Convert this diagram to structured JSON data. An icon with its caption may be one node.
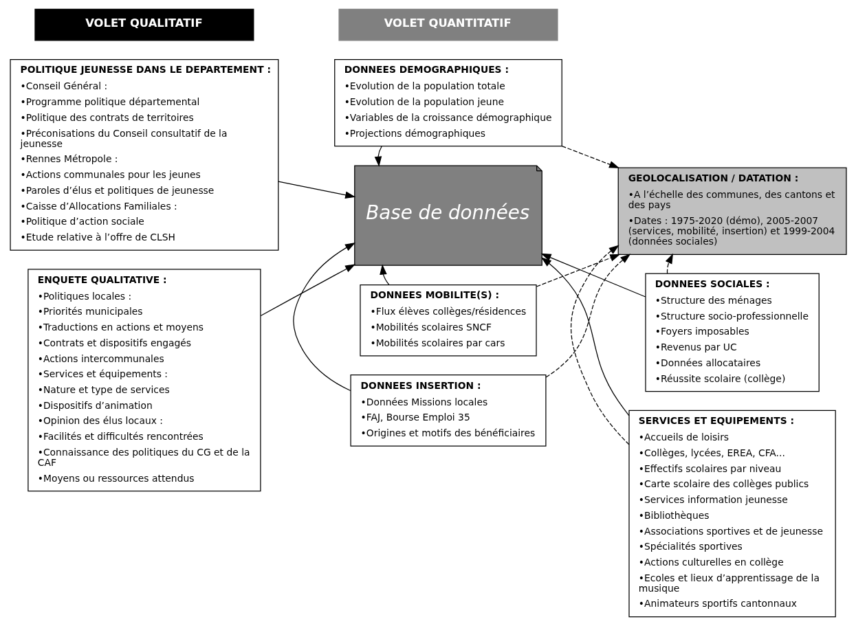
{
  "diagram": {
    "nodes": [
      {
        "text": [
          "VOLET QUALITATIF"
        ]
      },
      {
        "text": [
          "VOLET QUANTITATIF"
        ]
      },
      {
        "text": [
          "POLITIQUE JEUNESSE DANS LE DEPARTEMENT :",
          "•Conseil Général :",
          "•Programme politique départemental",
          "•Politique des contrats de territoires",
          "•Préconisations du Conseil consultatif de la jeunesse",
          "•Rennes Métropole :",
          "•Actions communales pour les jeunes",
          "•Paroles d’élus et politiques de jeunesse",
          "•Caisse d’Allocations Familiales :",
          "•Politique d’action sociale",
          "•Etude relative à l’offre de CLSH"
        ]
      },
      {
        "text": [
          "DONNEES DEMOGRAPHIQUES :",
          "•Evolution de la population totale",
          "•Evolution de la population jeune",
          "•Variables de la croissance démographique",
          "•Projections démographiques"
        ]
      },
      {
        "text": [
          "GEOLOCALISATION / DATATION :",
          "•A l’échelle des communes, des cantons et des pays",
          "•Dates : 1975-2020 (démo), 2005-2007 (services, mobilité, insertion) et 1999-2004 (données sociales)"
        ]
      },
      {
        "text": [
          "Base de données"
        ]
      },
      {
        "text": [
          "DONNEES SOCIALES :",
          "•Structure des ménages",
          "•Structure socio-professionnelle",
          "•Foyers imposables",
          "•Revenus par UC",
          "•Données allocataires",
          "•Réussite scolaire (collège)"
        ]
      },
      {
        "text": [
          "ENQUETE QUALITATIVE :",
          "•Politiques locales :",
          "•Priorités municipales",
          "•Traductions en actions et moyens",
          "•Contrats et dispositifs engagés",
          "•Actions intercommunales",
          "•Services et équipements :",
          "•Nature et type de services",
          "•Dispositifs d’animation",
          "•Opinion des élus locaux :",
          "•Facilités et difficultés rencontrées",
          "•Connaissance des politiques du CG et de la CAF",
          "•Moyens ou ressources attendus"
        ]
      },
      {
        "text": [
          "SERVICES ET EQUIPEMENTS :",
          "•Accueils de loisirs",
          "•Collèges, lycées, EREA, CFA...",
          "•Effectifs scolaires par niveau",
          "•Carte scolaire des collèges publics",
          "•Services information jeunesse",
          "•Bibliothèques",
          "•Associations sportives et de jeunesse",
          "•Spécialités sportives",
          "•Actions culturelles en collège",
          "•Ecoles et lieux d’apprentissage de la musique",
          "•Animateurs sportifs cantonnaux"
        ]
      },
      {
        "text": [
          "DONNEES MOBILITE(S) :",
          "•Flux élèves collèges/résidences",
          "•Mobilités scolaires SNCF",
          "•Mobilités scolaires par cars"
        ]
      },
      {
        "text": [
          "DONNEES INSERTION :",
          "•Données Missions locales",
          "•FAJ, Bourse Emploi 35",
          "•Origines et motifs des bénéficiaires"
        ]
      }
    ],
    "edges": [
      {
        "from": 2,
        "to": 5,
        "arrow": "to"
      },
      {
        "from": 3,
        "to": 5,
        "arrow": "to"
      },
      {
        "from": 6,
        "to": 5,
        "arrow": "to"
      },
      {
        "from": 8,
        "to": 5,
        "arrow": "to"
      },
      {
        "from": 9,
        "to": 5,
        "arrow": "to"
      },
      {
        "from": 7,
        "to": 5,
        "arrow": "to"
      },
      {
        "from": 10,
        "to": 5,
        "arrow": "to"
      },
      {
        "from": 3,
        "to": 4,
        "arrow": "to",
        "style": "dashed"
      },
      {
        "from": 9,
        "to": 4,
        "arrow": "to",
        "style": "dashed"
      },
      {
        "from": 10,
        "to": 4,
        "arrow": "to",
        "style": "dashed"
      },
      {
        "from": 6,
        "to": 4,
        "arrow": "to",
        "style": "dashed"
      },
      {
        "from": 8,
        "to": 4,
        "arrow": "to",
        "style": "dashed"
      }
    ]
  }
}
